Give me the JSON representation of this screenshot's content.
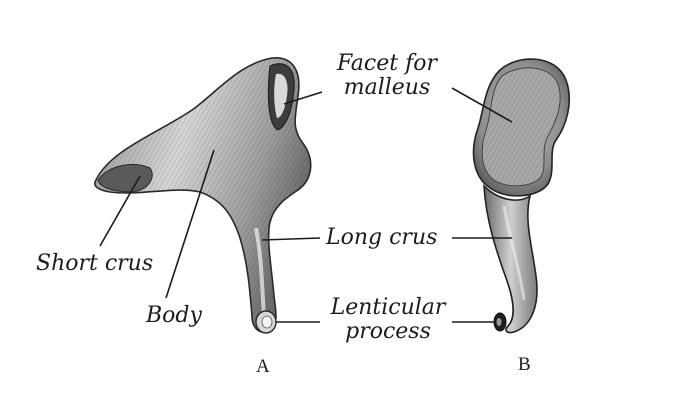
{
  "figure": {
    "labels": {
      "facet_line1": "Facet for",
      "facet_line2": "malleus",
      "long_crus": "Long crus",
      "lenticular_line1": "Lenticular",
      "lenticular_line2": "process",
      "short_crus": "Short crus",
      "body": "Body"
    },
    "panels": {
      "a": "A",
      "b": "B"
    },
    "colors": {
      "ink": "#1c1c1c",
      "bone_light": "#cfcfcf",
      "bone_mid": "#9a9a9a",
      "bone_dark": "#4a4a4a",
      "background": "#ffffff"
    }
  }
}
